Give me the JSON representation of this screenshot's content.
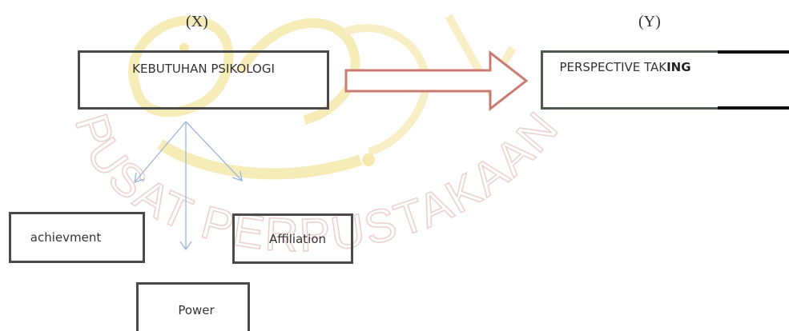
{
  "watermark": {
    "text": "PUSAT PERPUSTAKAAN",
    "color": "#f0dcd8",
    "logo_color": "#fbf0c0",
    "logo_stroke": "#ece3d6"
  },
  "variables": {
    "x_label": "(X)",
    "y_label": "(Y)"
  },
  "nodes": {
    "main": "KEBUTUHAN PSIKOLOGI",
    "target_prefix": "PERSPECTIVE TAK",
    "target_suffix": "ING",
    "achievement": "achievment",
    "affiliation": "Affiliation",
    "power": "Power"
  },
  "colors": {
    "box_border": "#4a4a4a",
    "main_arrow_outline": "#c97b72",
    "sub_arrows": "#9ab7d8",
    "text": "#333333"
  }
}
